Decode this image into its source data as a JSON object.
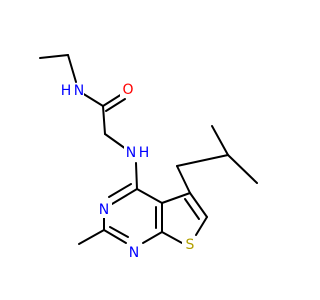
{
  "structure": {
    "atoms": {
      "amide_nh": {
        "symbol": "N",
        "hydrogen": "H",
        "color": "#0000ff"
      },
      "carbonyl_o": {
        "symbol": "O",
        "color": "#ff0000"
      },
      "amine_nh": {
        "symbol": "N",
        "hydrogen": "H",
        "color": "#0000ff"
      },
      "ring_n3": {
        "symbol": "N",
        "color": "#0000ff"
      },
      "ring_n1": {
        "symbol": "N",
        "color": "#0000ff"
      },
      "thiophene_s": {
        "symbol": "S",
        "color": "#b2a000"
      }
    },
    "bond_color": "#000000"
  }
}
